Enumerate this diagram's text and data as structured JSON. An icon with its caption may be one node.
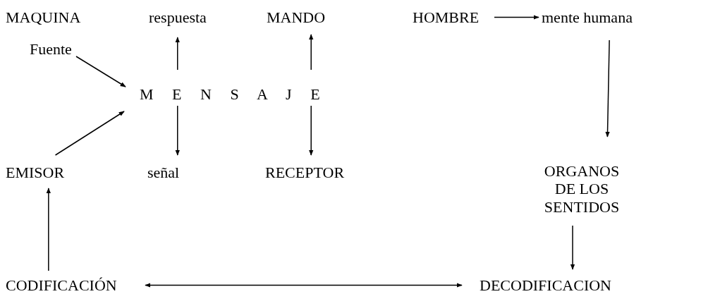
{
  "diagram": {
    "nodes": [
      {
        "text": [
          "Fuente"
        ]
      },
      {
        "text": [
          "M E N S A J E"
        ]
      },
      {
        "text": [
          "respuesta"
        ]
      },
      {
        "text": [
          "MANDO"
        ]
      },
      {
        "text": [
          "HOMBRE"
        ]
      },
      {
        "text": [
          "mente humana"
        ]
      },
      {
        "text": [
          "EMISOR"
        ]
      },
      {
        "text": [
          "señal"
        ]
      },
      {
        "text": [
          "RECEPTOR"
        ]
      },
      {
        "text": [
          "ORGANOS DE LOS SENTIDOS"
        ]
      },
      {
        "text": [
          "CODIFICACIÓN"
        ]
      },
      {
        "text": [
          "DECODIFICACION"
        ]
      }
    ],
    "edges": [
      {
        "from": 0,
        "to": 1,
        "arrow": "to"
      },
      {
        "from": 6,
        "to": 1,
        "arrow": "to"
      },
      {
        "from": 1,
        "to": 2,
        "arrow": "to"
      },
      {
        "from": 1,
        "to": 7,
        "arrow": "to"
      },
      {
        "from": 1,
        "to": 3,
        "arrow": "to"
      },
      {
        "from": 1,
        "to": 8,
        "arrow": "to"
      },
      {
        "from": 4,
        "to": 5,
        "arrow": "to"
      },
      {
        "from": 5,
        "to": 9,
        "arrow": "to"
      },
      {
        "from": 9,
        "to": 11,
        "arrow": "to"
      },
      {
        "from": 10,
        "to": 11,
        "arrow": "both"
      },
      {
        "from": 10,
        "to": 6,
        "arrow": "to"
      }
    ],
    "labels": [
      "MAQUINA"
    ]
  }
}
